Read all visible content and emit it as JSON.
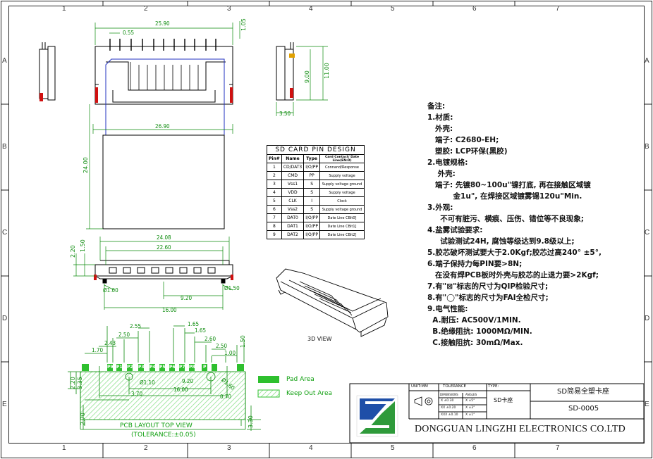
{
  "grid": {
    "cols": [
      "1",
      "2",
      "3",
      "4",
      "5",
      "6",
      "7"
    ],
    "rows": [
      "A",
      "B",
      "C",
      "D",
      "E"
    ]
  },
  "dims": {
    "top_width": "25.90",
    "pitch": "0.55",
    "top_height": "1.05",
    "body_width": "26.90",
    "body_length": "24.00",
    "side_h1": "11.00",
    "side_h2": "9.00",
    "side_w": "3.50",
    "front_w1": "24.08",
    "front_w2": "22.60",
    "front_h1": "2.20",
    "front_h2": "1.50",
    "hole_d1": "Ø1.00",
    "hole_d2": "Ø1.50",
    "front_m1": "9.20",
    "front_m2": "16.00",
    "pcb_a": "2.55",
    "pcb_b": "1.65",
    "pcb_c": "2.50",
    "pcb_d": "1.65",
    "pcb_e": "2.43",
    "pcb_f": "2.60",
    "pcb_g": "1.70",
    "pcb_h": "2.50",
    "pcb_i": "1.00",
    "pcb_j": "1.50",
    "pcb_hole1": "Ø1.10",
    "pcb_hole2": "Ø1.60",
    "pcb_k": "9.20",
    "pcb_l": "16.00",
    "pcb_m": "3.70",
    "pcb_n": "0.70",
    "pcb_o": "2.20",
    "pcb_p": "3.35",
    "pcb_q": "2.70",
    "pcb_r": "3.30"
  },
  "pad_labels": [
    "P9",
    "P1",
    "P2",
    "P3",
    "P4",
    "P5",
    "P6",
    "P7",
    "P8",
    "P"
  ],
  "view_labels": {
    "d3": "3D VIEW",
    "pcb": "PCB LAYOUT TOP VIEW",
    "tol": "(TOLERANCE:±0.05)"
  },
  "legend": {
    "pad": "Pad Area",
    "keep": "Keep Out Area"
  },
  "pin_table": {
    "title": "SD CARD PIN DESIGN",
    "headers": [
      "Pin#",
      "Name",
      "Type",
      "Card Contact/ Date Line(EN:D)"
    ],
    "rows": [
      [
        "1",
        "CD/DAT3",
        "I/O/PP",
        "Connand/Response"
      ],
      [
        "2",
        "CMD",
        "PP",
        "Supply voltage"
      ],
      [
        "3",
        "Vss1",
        "S",
        "Supply voltage ground"
      ],
      [
        "4",
        "VDD",
        "S",
        "Supply voltage"
      ],
      [
        "5",
        "CLK",
        "I",
        "Clock"
      ],
      [
        "6",
        "Vss2",
        "S",
        "Supply voltage ground"
      ],
      [
        "7",
        "DAT0",
        "I/O/PP",
        "Date Line CBit0]"
      ],
      [
        "8",
        "DAT1",
        "I/O/PP",
        "Date Line CBit1]"
      ],
      [
        "9",
        "DAT2",
        "I/O/PP",
        "Date Line CBit2]"
      ]
    ]
  },
  "notes": [
    "备注:",
    "1.材质:",
    "   外壳:",
    "   端子: C2680-EH;",
    "   塑胶: LCP环保(黑胶)",
    "2.电镀规格:",
    "    外壳:",
    "   端子: 先镀80~100u\"镍打底, 再在接触区域镀",
    "          金1u\", 在焊接区域镀雾锡120u\"Min.",
    "3.外观:",
    "     不可有脏污、横痕、压伤、错位等不良现象;",
    "4.盐雾试验要求:",
    "     试验测试24H, 腐蚀等级达到9.8级以上;",
    "5.胶芯破坏测试要大于2.0Kgf;胶芯过高240° ±5°,",
    "6.端子保持力每PIN要>8N;",
    "   在没有焊PCB板时外壳与胶芯的止退力要>2Kgf;",
    "7.有\"⊠\"标志的尺寸为QIP检验尺寸;",
    "8.有\"◯\"标志的尺寸为FAI全检尺寸;",
    "9.电气性能:",
    "  A.耐压: AC500V/1MIN.",
    "  B.绝缘阻抗: 1000MΩ/MIN.",
    "  C.接触阻抗: 30mΩ/Max."
  ],
  "title_block": {
    "unit": "UNIT:MM",
    "tolerance": "TOLERANCE",
    "type_label": "TYPE:",
    "type_value": "SD卡座",
    "tol_h1": "DIMENSIONS",
    "tol_h2": "ANGLES",
    "tol_r1": "X  ±0.30",
    "tol_r2": "XX  ±0.20",
    "tol_r3": "XXX ±0.10",
    "ang_r1": "X  ±5°",
    "ang_r2": "X  ±3°",
    "ang_r3": "X  ±1°",
    "product": "SD简易全塑卡座",
    "part_no": "SD-0005",
    "company": "DONGGUAN LINGZHI ELECTRONICS CO.LTD"
  },
  "colors": {
    "line": "#000000",
    "dim": "#0a8a0a",
    "red": "#d01010",
    "blue": "#2030c0",
    "green": "#12a012",
    "logo_blue": "#1f4fa8",
    "logo_green": "#2e9a3a"
  }
}
